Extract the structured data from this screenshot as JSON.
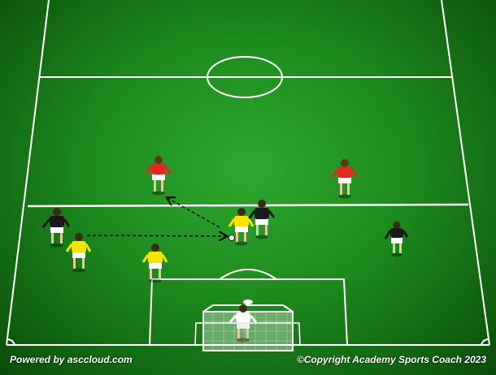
{
  "footer": {
    "left": "Powered by asccloud.com",
    "right": "©Copyright Academy Sports Coach 2023"
  },
  "colors": {
    "pitch": "#1d8a1d",
    "lines": "#ffffff",
    "red_team": "#e0291f",
    "black_team": "#1a1a1a",
    "yellow_team": "#f5e400",
    "goalkeeper": "#ffffff"
  },
  "players": [
    {
      "id": "red-1",
      "team": "red"
    },
    {
      "id": "red-2",
      "team": "red"
    },
    {
      "id": "black-1",
      "team": "black"
    },
    {
      "id": "black-2",
      "team": "black"
    },
    {
      "id": "black-3",
      "team": "black"
    },
    {
      "id": "yellow-1",
      "team": "yellow"
    },
    {
      "id": "yellow-2",
      "team": "yellow"
    },
    {
      "id": "yellow-3",
      "team": "yellow"
    },
    {
      "id": "goalkeeper",
      "team": "goalkeeper"
    }
  ],
  "arrows": [
    {
      "id": "pass-arrow-1",
      "style": "dashed"
    },
    {
      "id": "pass-arrow-2",
      "style": "dashed"
    }
  ]
}
